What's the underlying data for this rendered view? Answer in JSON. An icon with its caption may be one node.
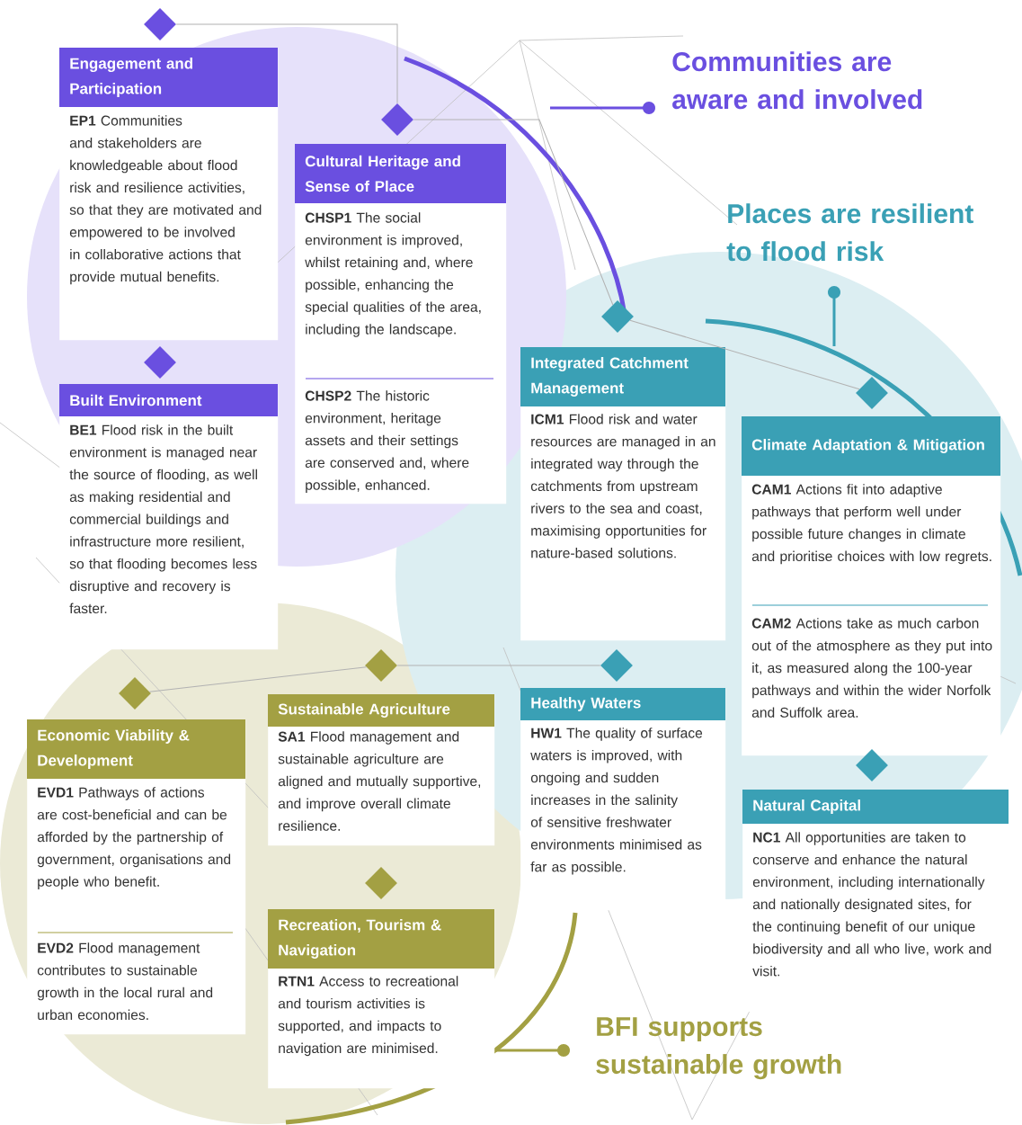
{
  "diagram": {
    "nodes": [
      {
        "text": [],
        "shape": "diamond"
      },
      {
        "text": [
          "Engagement and Participation",
          "**EP1** Communities and stakeholders are knowledgeable about flood risk and resilience activities, so that they are motivated and empowered to be involved in collaborative actions that provide mutual benefits."
        ]
      },
      {
        "text": [],
        "shape": "diamond"
      },
      {
        "text": [
          "Cultural Heritage and Sense of Place",
          "**CHSP1** The social environment is improved, whilst retaining and, where possible, enhancing the special qualities of the area, including the landscape.",
          "**CHSP2** The historic environment, heritage assets and their settings are conserved and, where possible, enhanced."
        ]
      },
      {
        "text": [],
        "shape": "diamond"
      },
      {
        "text": [
          "Built Environment",
          "**BE1** Flood risk in the built environment is managed near the source of flooding, as well as making residential and commercial buildings and infrastructure more resilient, so that flooding becomes less disruptive and recovery is faster."
        ]
      },
      {
        "text": [],
        "shape": "diamond"
      },
      {
        "text": [
          "Integrated Catchment Management",
          "**ICM1** Flood risk and water resources are managed in an integrated way through the catchments from upstream rivers to the sea and coast, maximising opportunities for nature-based solutions."
        ]
      },
      {
        "text": [],
        "shape": "diamond"
      },
      {
        "text": [
          "Climate Adaptation & Mitigation",
          "**CAM1** Actions fit into adaptive pathways that perform well under possible future changes in climate and prioritise choices with low regrets.",
          "**CAM2** Actions take as much carbon out of the atmosphere as they put into it, as measured along the 100-year pathways and within the wider Norfolk and Suffolk area."
        ]
      },
      {
        "text": [],
        "shape": "diamond"
      },
      {
        "text": [
          "Economic Viability & Development",
          "**EVD1** Pathways of actions are cost-beneficial and can be afforded by the partnership of government, organisations and people who benefit.",
          "**EVD2** Flood management contributes to sustainable growth in the local rural and urban economies."
        ]
      },
      {
        "text": [],
        "shape": "diamond"
      },
      {
        "text": [
          "Sustainable Agriculture",
          "**SA1** Flood management and sustainable agriculture are aligned and mutually supportive, and improve overall climate resilience."
        ]
      },
      {
        "text": [],
        "shape": "diamond"
      },
      {
        "text": [
          "Healthy Waters",
          "**HW1** The quality of surface waters is improved, with ongoing and sudden increases in the salinity of sensitive freshwater environments minimised as far as possible."
        ]
      },
      {
        "text": [],
        "shape": "diamond"
      },
      {
        "text": [
          "Natural Capital",
          "**NC1** All opportunities are taken to conserve and enhance the natural environment, including internationally and nationally designated sites, for the continuing benefit of our unique biodiversity and all who live, work and visit."
        ]
      },
      {
        "text": [],
        "shape": "diamond"
      },
      {
        "text": [
          "Recreation, Tourism & Navigation",
          "**RTN1** Access to recreational and tourism activities is supported, and impacts to navigation are minimised."
        ]
      }
    ],
    "edges": [
      {
        "from": 0,
        "to": 2,
        "arrow": "none"
      },
      {
        "from": 2,
        "to": 6,
        "arrow": "none"
      },
      {
        "from": 6,
        "to": 8,
        "arrow": "none"
      },
      {
        "from": 10,
        "to": 12,
        "arrow": "none"
      },
      {
        "from": 12,
        "to": 14,
        "arrow": "none"
      }
    ],
    "labels": [
      "Communities are aware and involved",
      "Places are resilient to flood risk",
      "BFI supports sustainable growth"
    ]
  }
}
